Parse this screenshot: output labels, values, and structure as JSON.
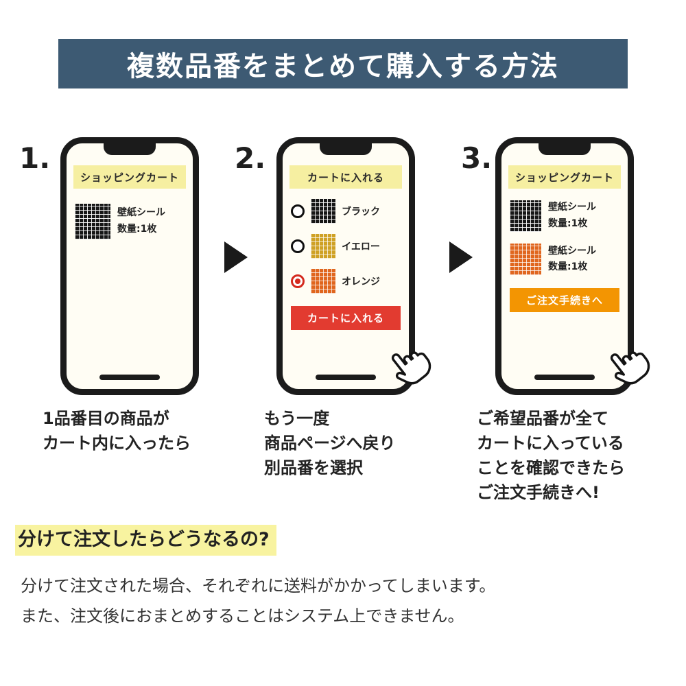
{
  "banner": {
    "title": "複数品番をまとめて購入する方法"
  },
  "steps": [
    {
      "number": "1.",
      "phone": {
        "header": "ショッピングカート",
        "items": [
          {
            "name": "壁紙シール",
            "qty": "数量:1枚",
            "swatch": "black"
          }
        ]
      },
      "caption_lines": [
        "1品番目の商品が",
        "カート内に入ったら"
      ]
    },
    {
      "number": "2.",
      "phone": {
        "header": "カートに入れる",
        "options": [
          {
            "label": "ブラック",
            "swatch": "black",
            "selected": false
          },
          {
            "label": "イエロー",
            "swatch": "yellow",
            "selected": false
          },
          {
            "label": "オレンジ",
            "swatch": "orange",
            "selected": true
          }
        ],
        "button_label": "カートに入れる"
      },
      "caption_lines": [
        "もう一度",
        "商品ページへ戻り",
        "別品番を選択"
      ]
    },
    {
      "number": "3.",
      "phone": {
        "header": "ショッピングカート",
        "items": [
          {
            "name": "壁紙シール",
            "qty": "数量:1枚",
            "swatch": "black"
          },
          {
            "name": "壁紙シール",
            "qty": "数量:1枚",
            "swatch": "orange"
          }
        ],
        "button_label": "ご注文手続きへ"
      },
      "caption_lines": [
        "ご希望品番が全て",
        "カートに入っている",
        "ことを確認できたら",
        "ご注文手続きへ!"
      ]
    }
  ],
  "note": {
    "heading": "分けて注文したらどうなるの?",
    "body_lines": [
      "分けて注文された場合、それぞれに送料がかかってしまいます。",
      "また、注文後におまとめすることはシステム上できません。"
    ]
  },
  "colors": {
    "banner_bg": "#3d5a73",
    "phone_header_bg": "#f6efa1",
    "add_to_cart_button": "#e23b30",
    "checkout_button": "#f39502",
    "highlight": "#f8f3a0",
    "swatch_black": "#161616",
    "swatch_yellow": "#cfa125",
    "swatch_orange": "#e0661e",
    "radio_selected": "#d42a1e"
  }
}
